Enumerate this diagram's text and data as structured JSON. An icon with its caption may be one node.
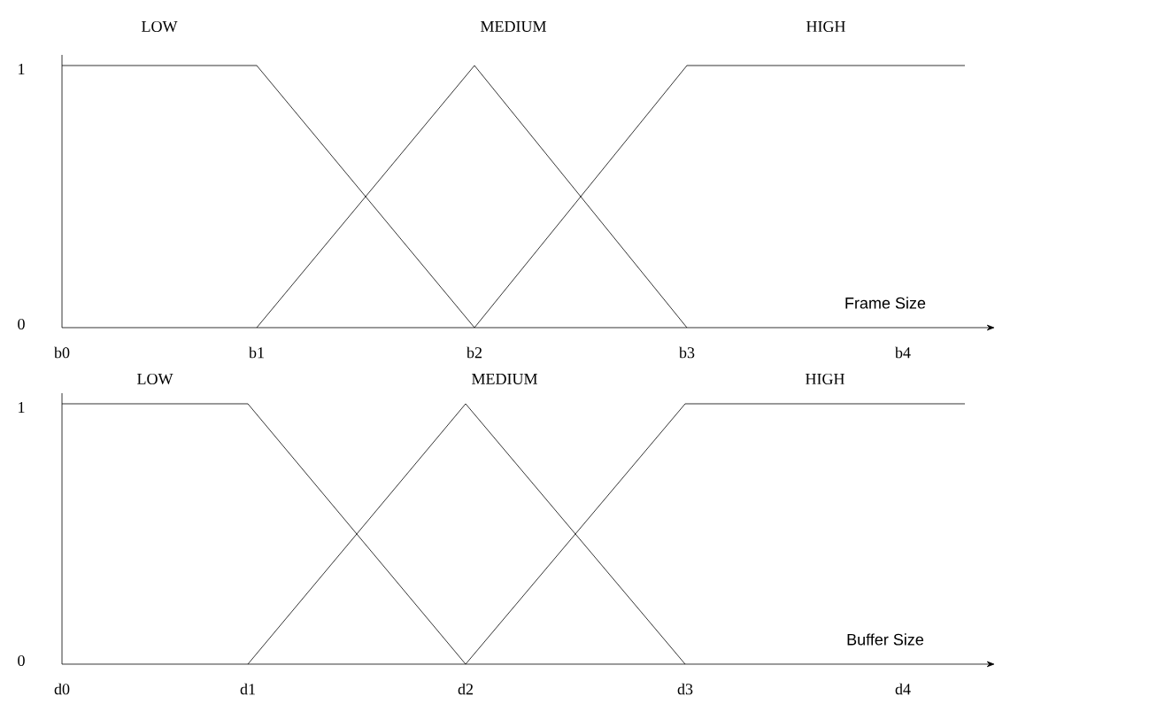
{
  "diagram": {
    "labels": [
      "LOW",
      "MEDIUM",
      "HIGH",
      "1",
      "0",
      "Frame Size",
      "b0",
      "b1",
      "b2",
      "b3",
      "b4",
      "LOW",
      "MEDIUM",
      "HIGH",
      "1",
      "0",
      "Buffer Size",
      "d0",
      "d1",
      "d2",
      "d3",
      "d4"
    ]
  }
}
